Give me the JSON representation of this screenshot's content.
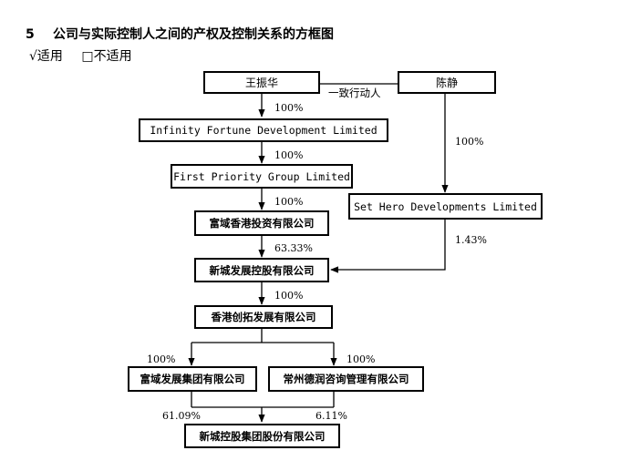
{
  "header": {
    "number": "5",
    "title": "公司与实际控制人之间的产权及控制关系的方框图"
  },
  "options": {
    "applicable": "√适用",
    "not_applicable": "□不适用"
  },
  "entities": {
    "wang": "王振华",
    "chen": "陈静",
    "infinity": "Infinity Fortune Development Limited",
    "first_priority": "First Priority Group Limited",
    "set_hero": "Set Hero Developments Limited",
    "fucheng_hk": "富域香港投资有限公司",
    "xincheng_dev": "新城发展控股有限公司",
    "hk_chuangtuo": "香港创拓发展有限公司",
    "fucheng_group": "富域发展集团有限公司",
    "changzhou": "常州德润咨询管理有限公司",
    "xincheng_holding": "新城控股集团股份有限公司"
  },
  "relations": {
    "concert": "一致行动人",
    "wang_infinity": "100%",
    "infinity_first": "100%",
    "first_fucheng_hk": "100%",
    "chen_sethero": "100%",
    "fucheng_hk_xincheng": "63.33%",
    "sethero_xincheng": "1.43%",
    "xincheng_chuangtuo": "100%",
    "chuangtuo_fucheng_group": "100%",
    "chuangtuo_changzhou": "100%",
    "fucheng_group_holding": "61.09%",
    "changzhou_holding": "6.11%"
  }
}
